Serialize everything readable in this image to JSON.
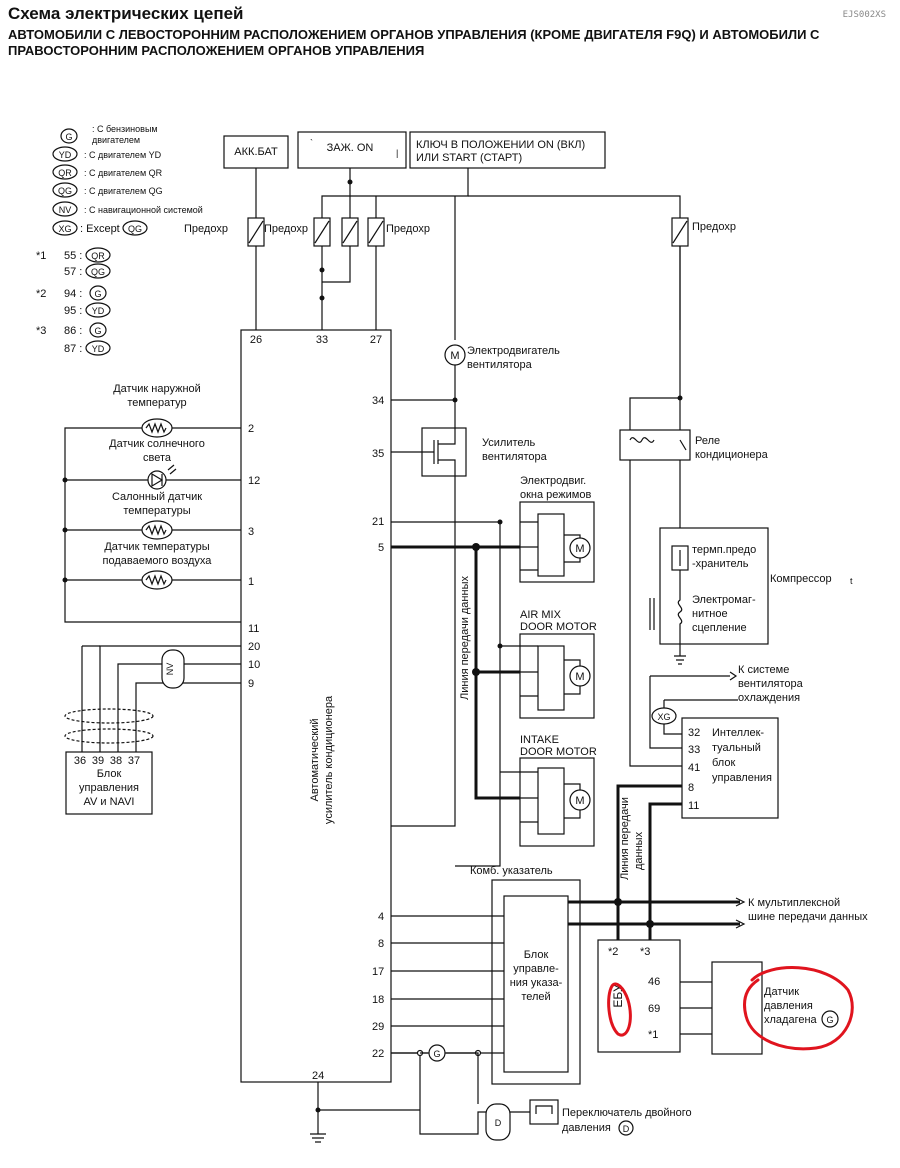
{
  "header": {
    "title": "Схема электрических цепей",
    "code": "EJS002XS",
    "subtitle": "АВТОМОБИЛИ С ЛЕВОСТОРОННИМ РАСПОЛОЖЕНИЕМ ОРГАНОВ УПРАВЛЕНИЯ (КРОМЕ ДВИГАТЕЛЯ F9Q) И АВТОМОБИЛИ С ПРАВОСТОРОННИМ РАСПОЛОЖЕНИЕМ ОРГАНОВ УПРАВЛЕНИЯ"
  },
  "legend": {
    "items": [
      {
        "badge": "G",
        "text1": ": С бензиновым",
        "text2": "двигателем"
      },
      {
        "badge": "YD",
        "text1": ": С двигателем YD"
      },
      {
        "badge": "QR",
        "text1": ": С двигателем QR"
      },
      {
        "badge": "QG",
        "text1": ": С двигателем QG"
      },
      {
        "badge": "NV",
        "text1": ": С навигационной системой"
      },
      {
        "badge": "XG",
        "text1": ": Except",
        "badge2": "QG"
      }
    ],
    "notes": [
      {
        "mark": "*1",
        "rows": [
          {
            "num": "55 :",
            "badge": "QR"
          },
          {
            "num": "57 :",
            "badge": "QG"
          }
        ]
      },
      {
        "mark": "*2",
        "rows": [
          {
            "num": "94 :",
            "badge": "G"
          },
          {
            "num": "95 :",
            "badge": "YD"
          }
        ]
      },
      {
        "mark": "*3",
        "rows": [
          {
            "num": "86 :",
            "badge": "G"
          },
          {
            "num": "87 :",
            "badge": "YD"
          }
        ]
      }
    ]
  },
  "power": {
    "batt": "АКК.БАТ",
    "ign_on": "ЗАЖ. ON",
    "ign_marks": [
      "`",
      "|"
    ],
    "key_line1": "КЛЮЧ В ПОЛОЖЕНИИ ON (ВКЛ)",
    "key_line2": "ИЛИ START (СТАРТ)",
    "fuse": "Предохр"
  },
  "amp": {
    "label1": "Автоматический",
    "label2": "усилитель кондиционера",
    "top_pins": [
      "26",
      "33",
      "27"
    ],
    "left_pins": [
      "2",
      "12",
      "3",
      "1",
      "11",
      "20",
      "10",
      "9"
    ],
    "right_pins_top": [
      "34",
      "35",
      "21",
      "5"
    ],
    "right_pins_bottom": [
      "4",
      "8",
      "17",
      "18",
      "29",
      "22"
    ],
    "bottom_pin": "24"
  },
  "sensors": {
    "ambient": [
      "Датчик наружной",
      "температур"
    ],
    "sunload": [
      "Датчик солнечного",
      "света"
    ],
    "incar": [
      "Салонный датчик",
      "температуры"
    ],
    "intake": [
      "Датчик температуры",
      "подаваемого воздуха"
    ]
  },
  "nav": {
    "badge": "NV",
    "pins": [
      "36",
      "39",
      "38",
      "37"
    ],
    "label": [
      "Блок",
      "управления",
      "AV и NAVI"
    ]
  },
  "motors": {
    "fan_motor": [
      "Электродвигатель",
      "вентилятора"
    ],
    "fan_amp": [
      "Усилитель",
      "вентилятора"
    ],
    "mode_motor": [
      "Электродвиг.",
      "окна режимов"
    ],
    "airmix": [
      "AIR MIX",
      "DOOR MOTOR"
    ],
    "intake_door": [
      "INTAKE",
      "DOOR MOTOR"
    ],
    "motor_symbol": "M",
    "data_line": "Линия передачи данных"
  },
  "compressor": {
    "relay": [
      "Реле",
      "кондиционера"
    ],
    "thermo": [
      "термп.предо",
      "-хранитель"
    ],
    "clutch": [
      "Электромаг-",
      "нитное",
      "сцепление"
    ],
    "label": "Компрессор",
    "tick": "t"
  },
  "ipdm": {
    "to_fan": [
      "К системе",
      "вентилятора",
      "охлаждения"
    ],
    "badge": "XG",
    "pins": [
      "32",
      "33",
      "41",
      "8",
      "11"
    ],
    "label": [
      "Интеллек-",
      "туальный",
      "блок",
      "управления"
    ],
    "data_line": [
      "Линия передачи",
      "данных"
    ]
  },
  "meter": {
    "title": "Комб. указатель",
    "label": [
      "Блок",
      "управле-",
      "ния указа-",
      "телей"
    ],
    "mux": [
      "К мультиплексной",
      "шине передачи данных"
    ]
  },
  "ecu": {
    "label": "ЕБУ",
    "marks": [
      "*2",
      "*3"
    ],
    "pins": [
      "46",
      "69",
      "*1"
    ]
  },
  "refrig_sensor": {
    "label": [
      "Датчик",
      "давления",
      "хладагена"
    ],
    "badge": "G"
  },
  "dual_switch": {
    "label": [
      "Переключатель двойного",
      "давления"
    ],
    "badge": "D"
  },
  "ground_badge": "G"
}
